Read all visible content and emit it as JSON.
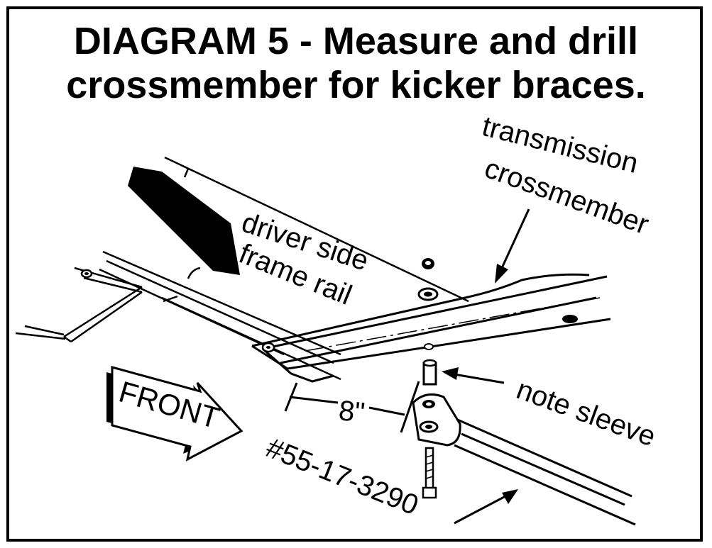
{
  "title": {
    "line1": "DIAGRAM 5 - Measure and drill",
    "line2": "crossmember for kicker braces."
  },
  "labels": {
    "crossmember_line1": "transmission",
    "crossmember_line2": "crossmember",
    "frame_line1": "driver side",
    "frame_line2": "frame rail",
    "note": "note sleeve",
    "measure": "8\"",
    "part_number": "#55-17-3290",
    "front": "FRONT"
  },
  "colors": {
    "ink": "#000000",
    "paper": "#ffffff"
  }
}
